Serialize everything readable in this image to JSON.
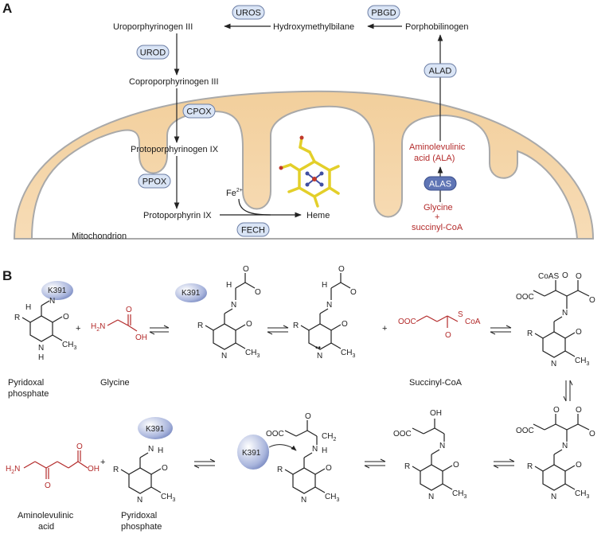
{
  "panelA": {
    "label": "A",
    "compounds": {
      "uroporphyrinogen": "Uroporphyrinogen III",
      "hydroxymethylbilane": "Hydroxymethylbilane",
      "porphobilinogen": "Porphobilinogen",
      "coproporphyrinogen": "Coproporphyrinogen III",
      "protoporphyrinogen": "Protoporphyrinogen IX",
      "protoporphyrin": "Protoporphyrin IX",
      "heme": "Heme",
      "ala1": "Aminolevulinic",
      "ala2": "acid (ALA)",
      "glycine": "Glycine",
      "plus": "+",
      "succinyl": "succinyl-CoA",
      "fe": "Fe",
      "fe_charge": "2+",
      "mito": "Mitochondrion"
    },
    "enzymes": {
      "uros": "UROS",
      "pbgd": "PBGD",
      "urod": "UROD",
      "cpox": "CPOX",
      "ppox": "PPOX",
      "fech": "FECH",
      "alad": "ALAD",
      "alas": "ALAS"
    },
    "colors": {
      "membrane_fill": "#f4d4a6",
      "membrane_stroke": "#a9a9a9",
      "enzyme_fill": "#d9e4f5",
      "enzyme_stroke": "#6d7fa6",
      "alas_fill": "#5f75b5",
      "red_text": "#b32b2b",
      "heme_yellow": "#e3cf2a"
    }
  },
  "panelB": {
    "label": "B",
    "lys": "K391",
    "names": {
      "plp1a": "Pyridoxal",
      "plp1b": "phosphate",
      "glycine": "Glycine",
      "succinyl": "Succinyl-CoA",
      "ala1": "Aminolevulinic",
      "ala2": "acid",
      "plp2a": "Pyridoxal",
      "plp2b": "phosphate"
    },
    "atoms": {
      "H": "H",
      "N": "N",
      "R": "R",
      "O": "O",
      "CH3": "CH",
      "sub3": "3",
      "minus": "–",
      "plus": "+",
      "H2N": "H",
      "sub2": "2",
      "N_after": "N",
      "OH": "OH",
      "OOC": "OOC",
      "CoA": "CoA",
      "S": "S",
      "CoAS": "CoAS",
      "CH2": "CH",
      "dots": "••",
      "plus_sign": "+"
    }
  }
}
